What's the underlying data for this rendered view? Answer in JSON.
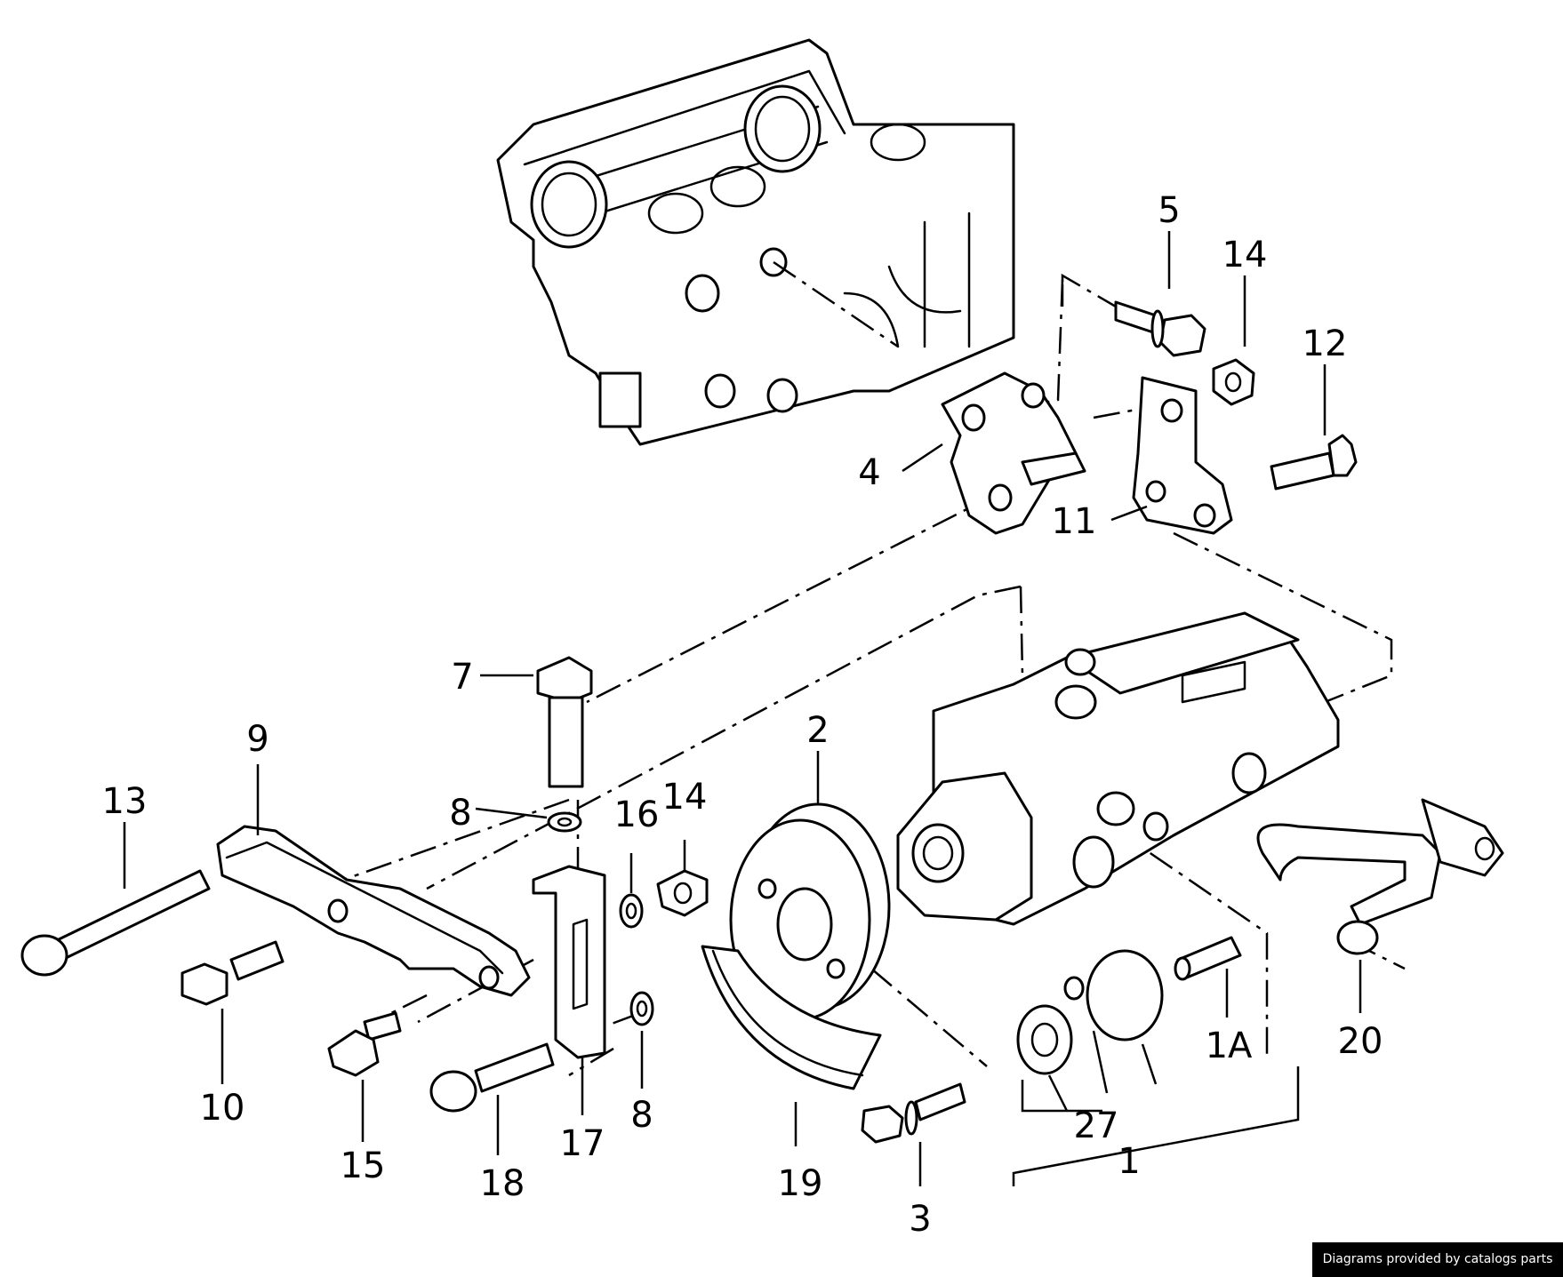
{
  "diagram": {
    "callouts": [
      "1",
      "1A",
      "2",
      "3",
      "4",
      "5",
      "7",
      "8",
      "8",
      "9",
      "10",
      "11",
      "12",
      "13",
      "14",
      "14",
      "15",
      "16",
      "17",
      "18",
      "19",
      "20",
      "27"
    ]
  },
  "credit": "Diagrams provided by catalogs parts"
}
